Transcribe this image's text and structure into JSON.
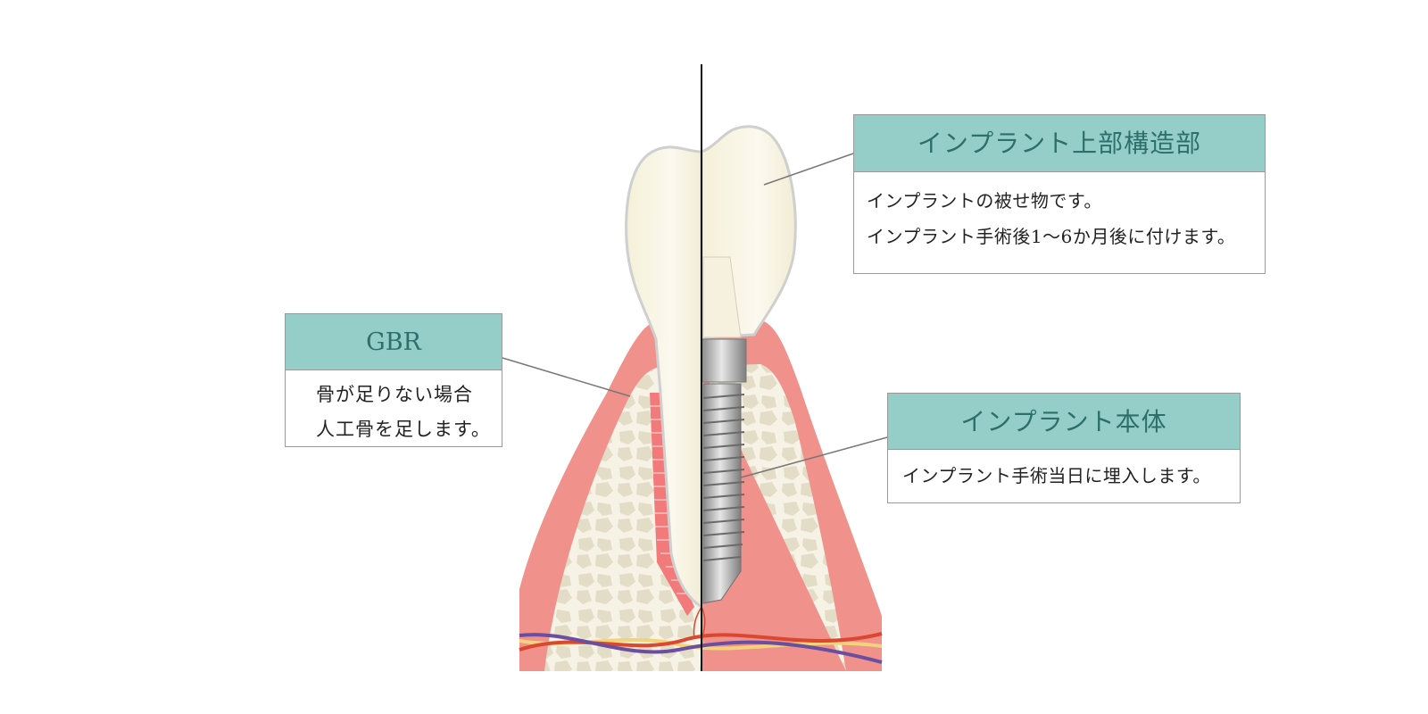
{
  "callouts": {
    "gbr": {
      "title": "GBR",
      "lines": [
        "骨が足りない場合",
        "人工骨を足します。"
      ]
    },
    "superstructure": {
      "title": "インプラント上部構造部",
      "lines": [
        "インプラントの被せ物です。",
        "インプラント手術後1～6か月後に付けます。"
      ]
    },
    "fixture": {
      "title": "インプラント本体",
      "lines": [
        "インプラント手術当日に埋入します。"
      ]
    }
  },
  "colors": {
    "header_bg": "#95cec8",
    "header_text": "#2d6f6a",
    "gum": "#f0918b",
    "bone": "#f6f2e6",
    "bone_cell": "#e3dcc6",
    "tooth": "#f8f5e6",
    "metal": "#a9a9a9"
  }
}
